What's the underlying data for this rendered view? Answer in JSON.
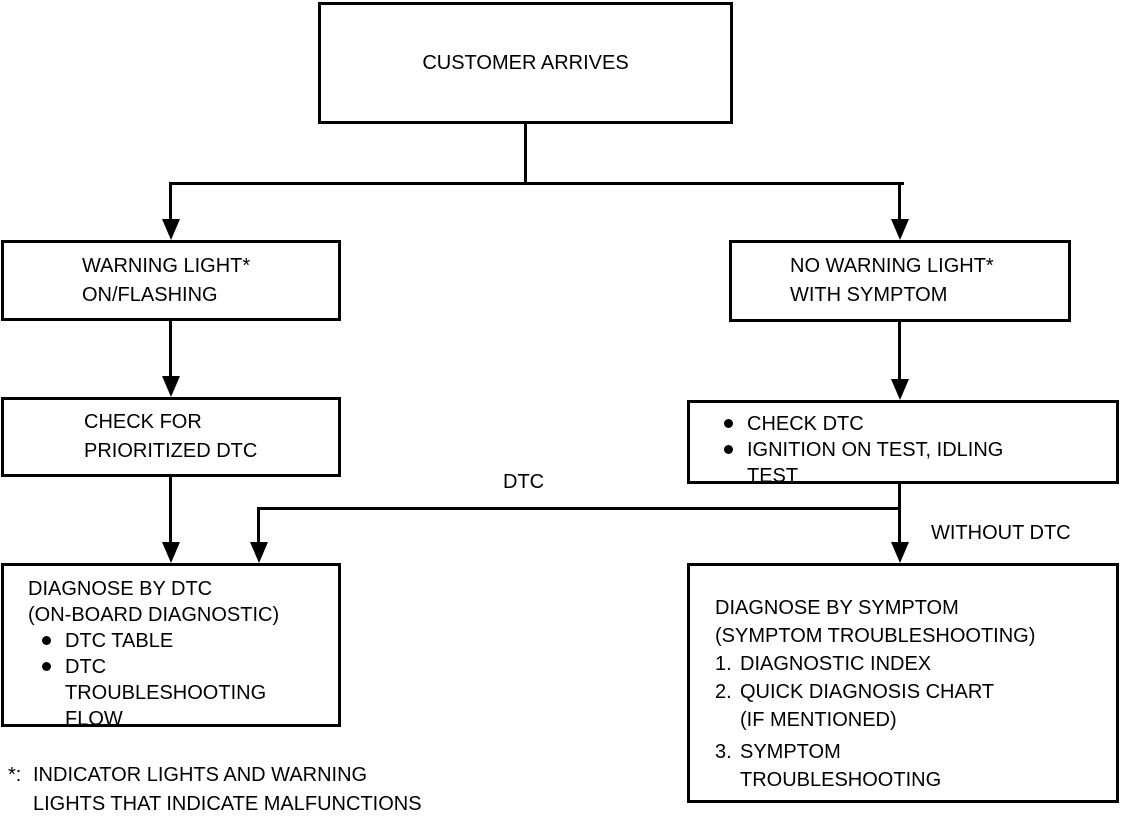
{
  "page": {
    "background": "#ffffff",
    "line_color": "#000000",
    "text_color": "#000000"
  },
  "flowchart": {
    "nodes": {
      "customer_arrives": {
        "label": "CUSTOMER ARRIVES"
      },
      "warning_light": {
        "line1": "WARNING LIGHT*",
        "line2": "ON/FLASHING"
      },
      "no_warning_light": {
        "line1": "NO WARNING LIGHT*",
        "line2": "WITH SYMPTOM"
      },
      "check_prioritized_dtc": {
        "line1": "CHECK FOR",
        "line2": "PRIORITIZED DTC"
      },
      "check_dtc": {
        "bullet1": "CHECK DTC",
        "bullet2_line1": "IGNITION ON TEST, IDLING",
        "bullet2_line2": "TEST"
      },
      "diagnose_by_dtc": {
        "title1": "DIAGNOSE BY DTC",
        "title2": "(ON-BOARD DIAGNOSTIC)",
        "bullet1": "DTC TABLE",
        "bullet2_line1": "DTC",
        "bullet2_line2": "TROUBLESHOOTING",
        "bullet2_line3": "FLOW"
      },
      "diagnose_by_symptom": {
        "title1": "DIAGNOSE BY SYMPTOM",
        "title2": "(SYMPTOM TROUBLESHOOTING)",
        "item1_num": "1.",
        "item1": "DIAGNOSTIC INDEX",
        "item2_num": "2.",
        "item2_line1": "QUICK DIAGNOSIS CHART",
        "item2_line2": "(IF MENTIONED)",
        "item3_num": "3.",
        "item3_line1": "SYMPTOM",
        "item3_line2": "TROUBLESHOOTING"
      }
    },
    "edge_labels": {
      "dtc": "DTC",
      "without_dtc": "WITHOUT DTC"
    },
    "footnote": {
      "marker": "*:",
      "line1": "INDICATOR LIGHTS AND WARNING",
      "line2": "LIGHTS THAT INDICATE MALFUNCTIONS"
    }
  }
}
